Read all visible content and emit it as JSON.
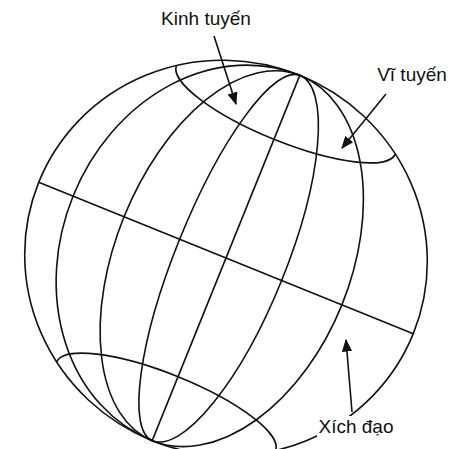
{
  "diagram": {
    "labels": [
      "Kinh tuyến",
      "Vĩ tuyến",
      "Xích đạo"
    ]
  }
}
